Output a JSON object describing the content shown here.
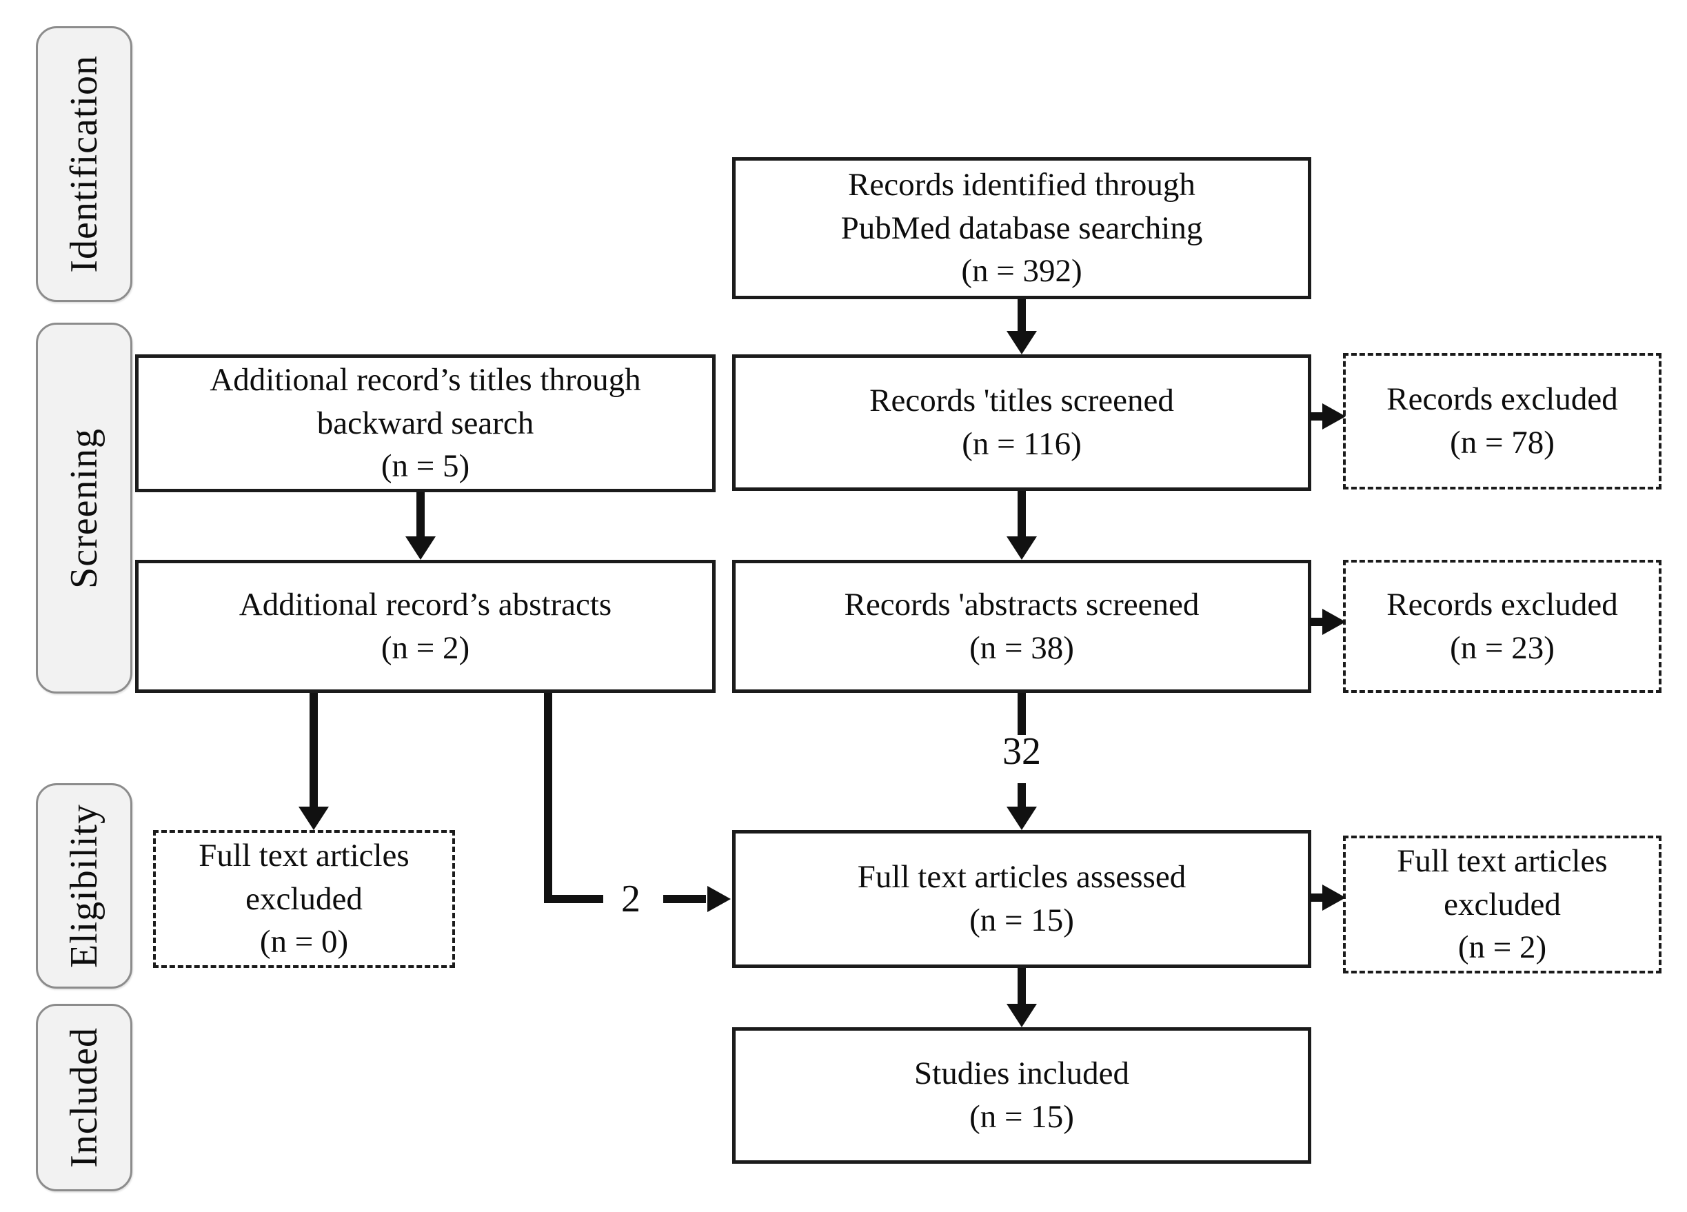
{
  "stage_labels": {
    "identification": "Identification",
    "screening": "Screening",
    "eligibility": "Eligibility",
    "included": "Included"
  },
  "boxes": {
    "records_identified": "Records identified through\nPubMed database searching\n(n = 392)",
    "additional_titles": "Additional record’s titles through\nbackward search\n(n = 5)",
    "titles_screened": "Records 'titles screened\n(n = 116)",
    "records_excluded_titles": "Records excluded\n(n = 78)",
    "additional_abstracts": "Additional record’s abstracts\n(n = 2)",
    "abstracts_screened": "Records 'abstracts screened\n(n = 38)",
    "records_excluded_abstracts": "Records excluded\n(n = 23)",
    "fulltext_excluded_backward": "Full text articles\nexcluded\n(n = 0)",
    "fulltext_assessed": "Full text articles assessed\n(n = 15)",
    "fulltext_excluded": "Full text articles\nexcluded\n(n = 2)",
    "studies_included": "Studies included\n(n = 15)"
  },
  "edge_labels": {
    "abstracts_to_fulltext": "32",
    "additional_to_fulltext": "2"
  },
  "colors": {
    "background": "#ffffff",
    "box_border": "#1b1b1b",
    "stage_fill": "#f2f2f2",
    "stage_border": "#8c8c8c",
    "arrow": "#111111"
  }
}
